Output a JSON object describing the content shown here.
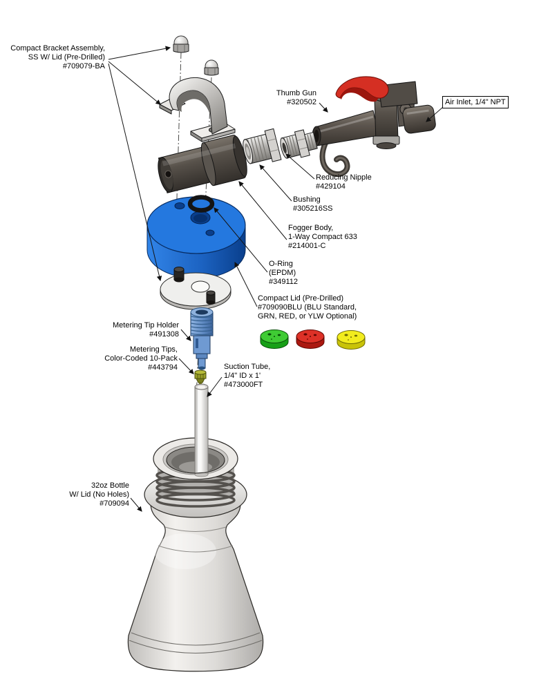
{
  "labels": {
    "bracket": {
      "lines": [
        "Compact Bracket Assembly,",
        "SS W/ Lid (Pre-Drilled)",
        "#709079-BA"
      ]
    },
    "thumb_gun": {
      "lines": [
        "Thumb Gun",
        "#320502"
      ]
    },
    "air_inlet": {
      "lines": [
        "Air Inlet, 1/4\" NPT"
      ]
    },
    "reducing_nipple": {
      "lines": [
        "Reducing Nipple",
        "#429104"
      ]
    },
    "bushing": {
      "lines": [
        "Bushing",
        "#305216SS"
      ]
    },
    "fogger_body": {
      "lines": [
        "Fogger Body,",
        "1-Way Compact 633",
        "#214001-C"
      ]
    },
    "o_ring": {
      "lines": [
        "O-Ring",
        "(EPDM)",
        "#349112"
      ]
    },
    "compact_lid": {
      "lines": [
        "Compact Lid (Pre-Drilled)",
        "#709090BLU (BLU Standard,",
        "GRN, RED, or YLW Optional)"
      ]
    },
    "metering_tip_holder": {
      "lines": [
        "Metering Tip Holder",
        "#491308"
      ]
    },
    "metering_tips": {
      "lines": [
        "Metering Tips,",
        "Color-Coded 10-Pack",
        "#443794"
      ]
    },
    "suction_tube": {
      "lines": [
        "Suction Tube,",
        "1/4\" ID x 1'",
        "#473000FT"
      ]
    },
    "bottle": {
      "lines": [
        "32oz Bottle",
        "W/ Lid (No Holes)",
        "#709094"
      ]
    }
  },
  "colors": {
    "lid_blue": "#2478df",
    "lid_green": "#3fcb34",
    "lid_red": "#dd3127",
    "lid_yellow": "#f2ec1e",
    "lever_red": "#d52f23",
    "holder_blue": "#6f9ad2",
    "tip_olive": "#9aa02a"
  }
}
